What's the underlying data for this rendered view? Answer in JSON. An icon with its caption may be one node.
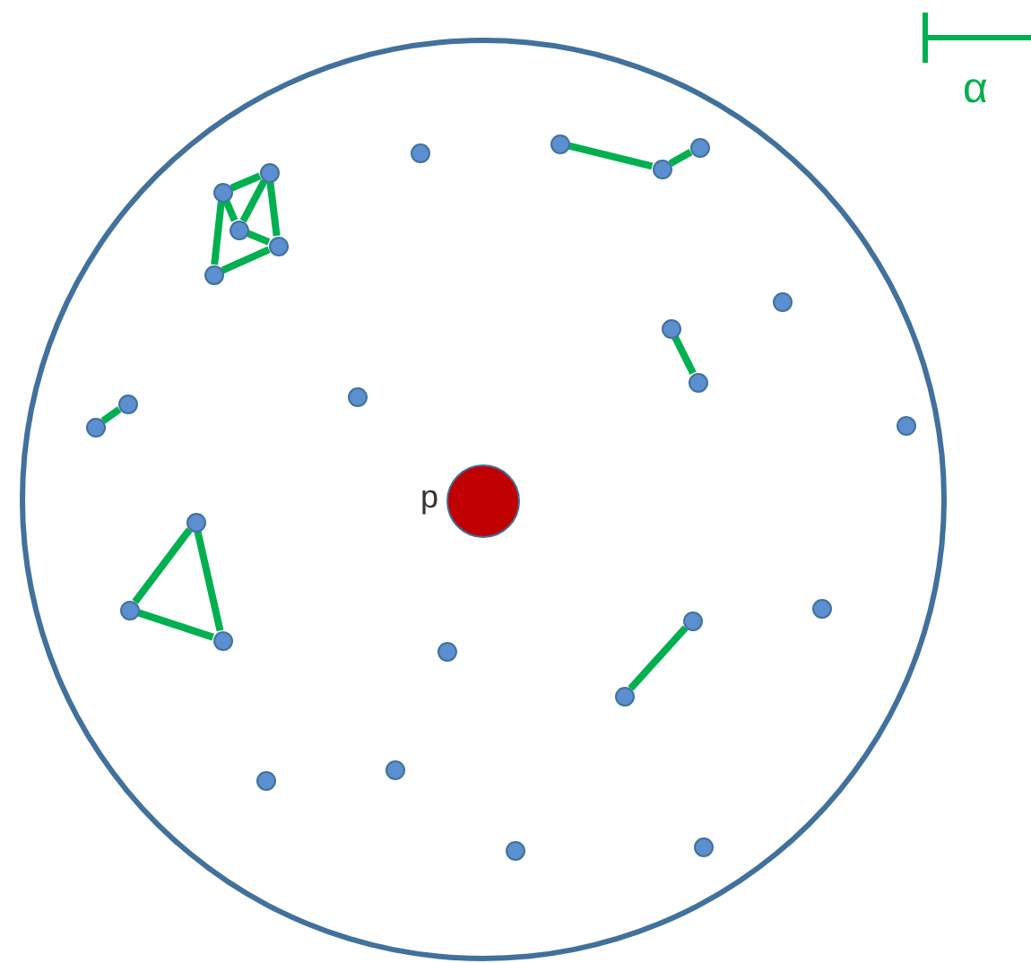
{
  "diagram": {
    "nodes": [
      {
        "text": [],
        "shape": "circle"
      },
      {
        "text": [],
        "shape": "circle",
        "in": 0
      },
      {
        "text": [],
        "shape": "circle",
        "in": 0
      },
      {
        "text": [],
        "shape": "circle",
        "in": 0
      },
      {
        "text": [],
        "shape": "circle",
        "in": 0
      },
      {
        "text": [],
        "shape": "circle",
        "in": 0
      },
      {
        "text": [],
        "shape": "circle",
        "in": 0
      },
      {
        "text": [],
        "shape": "circle",
        "in": 0
      },
      {
        "text": [],
        "shape": "circle",
        "in": 0
      },
      {
        "text": [],
        "shape": "circle",
        "in": 0
      },
      {
        "text": [],
        "shape": "circle",
        "in": 0
      },
      {
        "text": [],
        "shape": "circle",
        "in": 0
      },
      {
        "text": [],
        "shape": "circle",
        "in": 0
      },
      {
        "text": [],
        "shape": "circle",
        "in": 0
      },
      {
        "text": [],
        "shape": "circle",
        "in": 0
      },
      {
        "text": [],
        "shape": "circle",
        "in": 0
      },
      {
        "text": [],
        "shape": "circle",
        "in": 0
      },
      {
        "text": [],
        "shape": "circle",
        "in": 0,
        "beside": [
          "p"
        ]
      },
      {
        "text": [],
        "shape": "circle",
        "in": 0
      },
      {
        "text": [],
        "shape": "circle",
        "in": 0
      },
      {
        "text": [],
        "shape": "circle",
        "in": 0
      },
      {
        "text": [],
        "shape": "circle",
        "in": 0
      },
      {
        "text": [],
        "shape": "circle",
        "in": 0
      },
      {
        "text": [],
        "shape": "circle",
        "in": 0
      },
      {
        "text": [],
        "shape": "circle",
        "in": 0
      },
      {
        "text": [],
        "shape": "circle",
        "in": 0
      },
      {
        "text": [],
        "shape": "circle",
        "in": 0
      },
      {
        "text": [],
        "shape": "circle",
        "in": 0
      },
      {
        "text": [],
        "shape": "circle",
        "in": 0
      }
    ],
    "edges": [
      {
        "from": 2,
        "to": 3,
        "arrow": "none"
      },
      {
        "from": 3,
        "to": 4,
        "arrow": "none"
      },
      {
        "from": 6,
        "to": 5,
        "arrow": "none"
      },
      {
        "from": 5,
        "to": 8,
        "arrow": "none"
      },
      {
        "from": 8,
        "to": 9,
        "arrow": "none"
      },
      {
        "from": 9,
        "to": 6,
        "arrow": "none"
      },
      {
        "from": 6,
        "to": 7,
        "arrow": "none"
      },
      {
        "from": 7,
        "to": 8,
        "arrow": "none"
      },
      {
        "from": 5,
        "to": 7,
        "arrow": "none"
      },
      {
        "from": 11,
        "to": 12,
        "arrow": "none"
      },
      {
        "from": 14,
        "to": 15,
        "arrow": "none"
      },
      {
        "from": 18,
        "to": 19,
        "arrow": "none"
      },
      {
        "from": 19,
        "to": 20,
        "arrow": "none"
      },
      {
        "from": 20,
        "to": 18,
        "arrow": "none"
      },
      {
        "from": 22,
        "to": 24,
        "arrow": "none"
      }
    ],
    "labels": [
      "α"
    ]
  }
}
